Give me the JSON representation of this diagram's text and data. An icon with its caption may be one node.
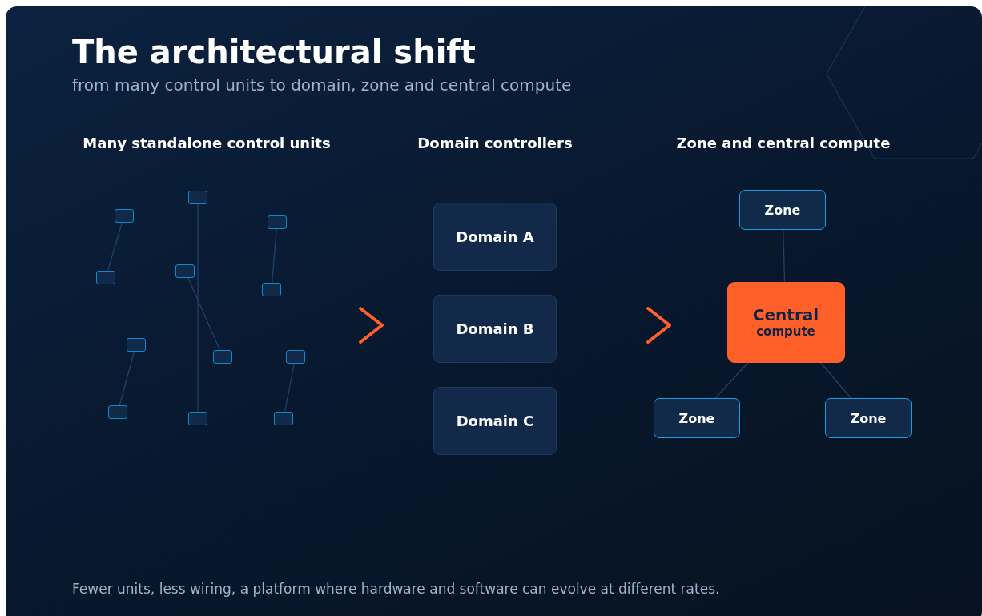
{
  "diagram": {
    "title": "The architectural shift",
    "nodes": [
      {
        "text": [],
        "shape": "box"
      },
      {
        "text": [],
        "shape": "box"
      },
      {
        "text": [],
        "shape": "box"
      },
      {
        "text": [],
        "shape": "box"
      },
      {
        "text": [],
        "shape": "box"
      },
      {
        "text": [],
        "shape": "box"
      },
      {
        "text": [],
        "shape": "box"
      },
      {
        "text": [],
        "shape": "box"
      },
      {
        "text": [],
        "shape": "box"
      },
      {
        "text": [],
        "shape": "box"
      },
      {
        "text": [],
        "shape": "box"
      },
      {
        "text": [],
        "shape": "box"
      },
      {
        "text": [
          "Domain A"
        ]
      },
      {
        "text": [
          "Domain B"
        ]
      },
      {
        "text": [
          "Domain C"
        ]
      },
      {
        "text": [
          "Zone"
        ]
      },
      {
        "text": [
          "Central",
          "compute"
        ]
      },
      {
        "text": [
          "Zone"
        ]
      },
      {
        "text": [
          "Zone"
        ]
      }
    ],
    "edges": [
      {
        "from": 0,
        "to": 1,
        "arrow": "none"
      },
      {
        "from": 2,
        "to": 3,
        "arrow": "none"
      },
      {
        "from": 4,
        "to": 7,
        "arrow": "none"
      },
      {
        "from": 5,
        "to": 6,
        "arrow": "none"
      },
      {
        "from": 8,
        "to": 9,
        "arrow": "none"
      },
      {
        "from": 10,
        "to": 11,
        "arrow": "none"
      },
      {
        "from": 15,
        "to": 16,
        "arrow": "none"
      },
      {
        "from": 16,
        "to": 17,
        "arrow": "none"
      },
      {
        "from": 16,
        "to": 18,
        "arrow": "none"
      }
    ],
    "labels": [
      "from many control units to domain, zone and central compute",
      "Many standalone control units",
      "Domain controllers",
      "Zone and central compute",
      "Fewer units, less wiring, a platform where hardware and software can evolve at different rates."
    ]
  }
}
